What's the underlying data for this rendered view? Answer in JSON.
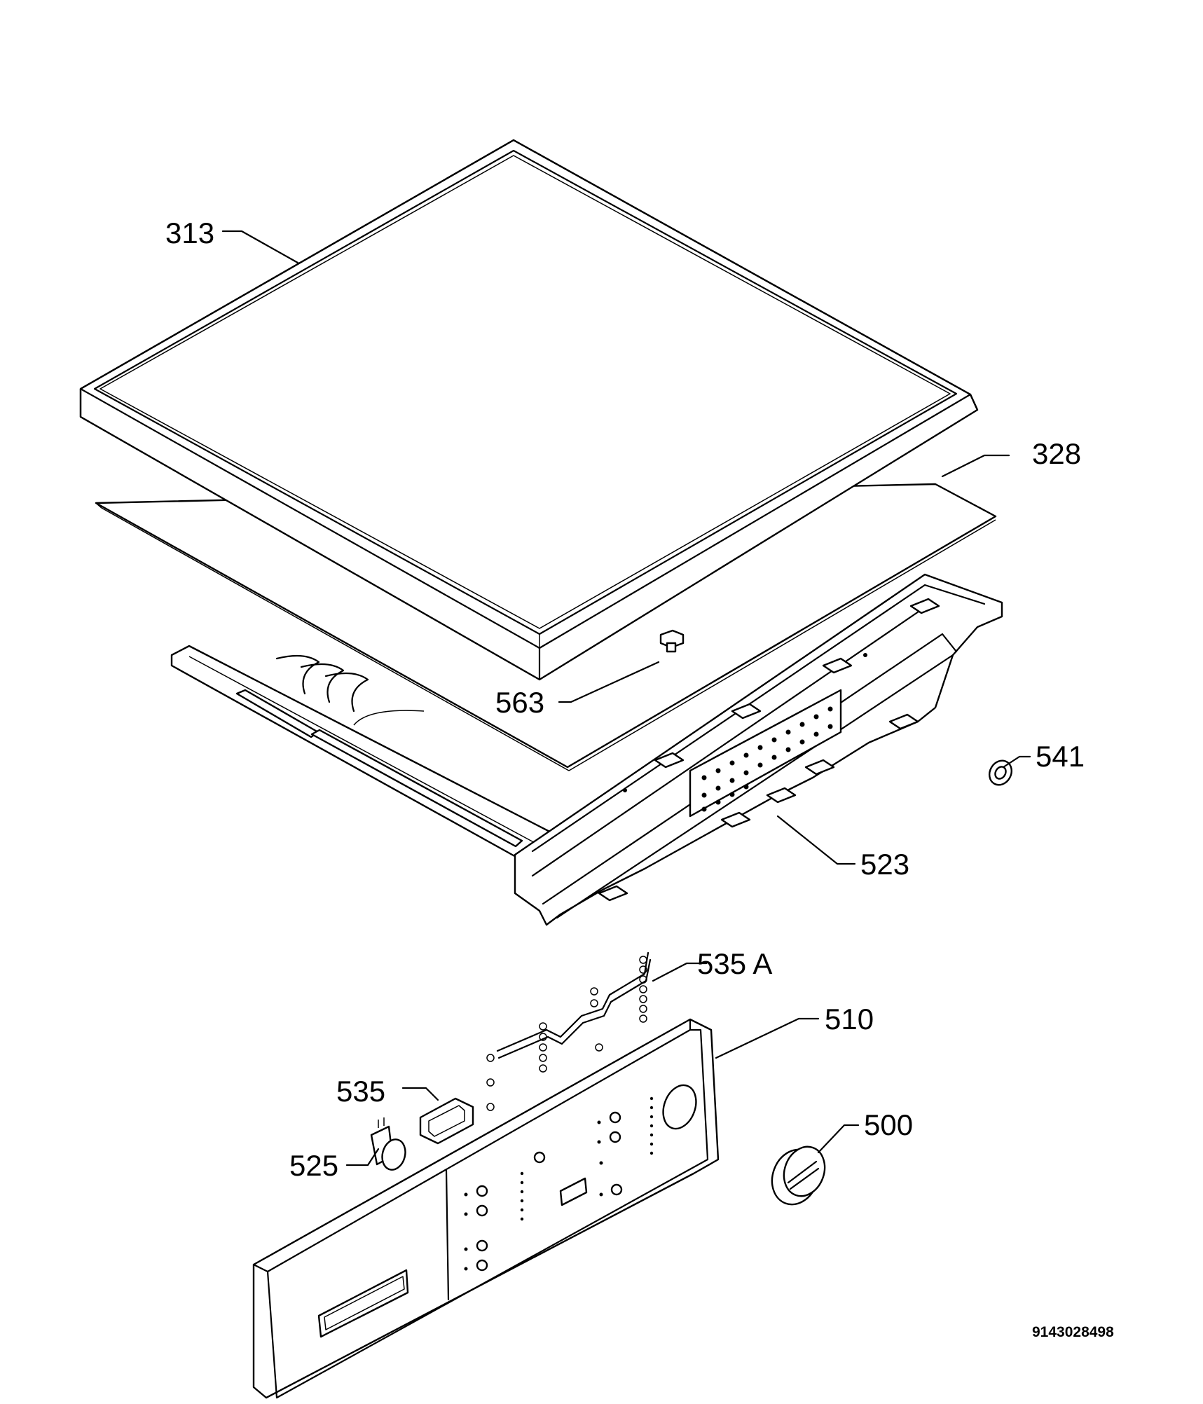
{
  "parts": [
    {
      "id": "p313",
      "label": "313"
    },
    {
      "id": "p328",
      "label": "328"
    },
    {
      "id": "p563",
      "label": "563"
    },
    {
      "id": "p541",
      "label": "541"
    },
    {
      "id": "p523",
      "label": "523"
    },
    {
      "id": "p535A",
      "label": "535 A"
    },
    {
      "id": "p510",
      "label": "510"
    },
    {
      "id": "p535",
      "label": "535"
    },
    {
      "id": "p500",
      "label": "500"
    },
    {
      "id": "p525",
      "label": "525"
    }
  ],
  "drawing_number": "9143028498"
}
